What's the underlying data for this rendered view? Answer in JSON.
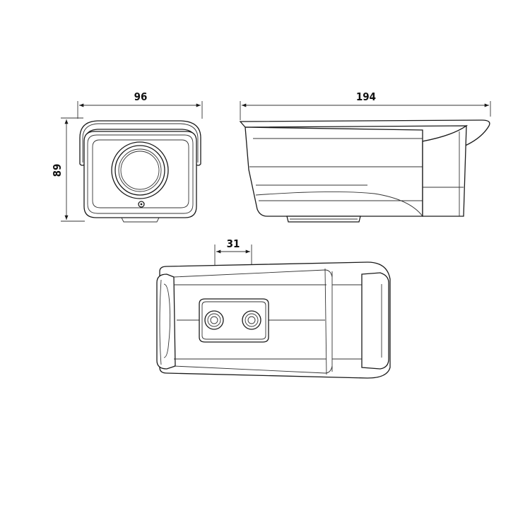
{
  "dimensions": {
    "front_width": "96",
    "front_height": "89",
    "side_length": "194",
    "mount_hole_spacing": "31"
  },
  "colors": {
    "line": "#1a1a1a",
    "background": "#ffffff"
  }
}
